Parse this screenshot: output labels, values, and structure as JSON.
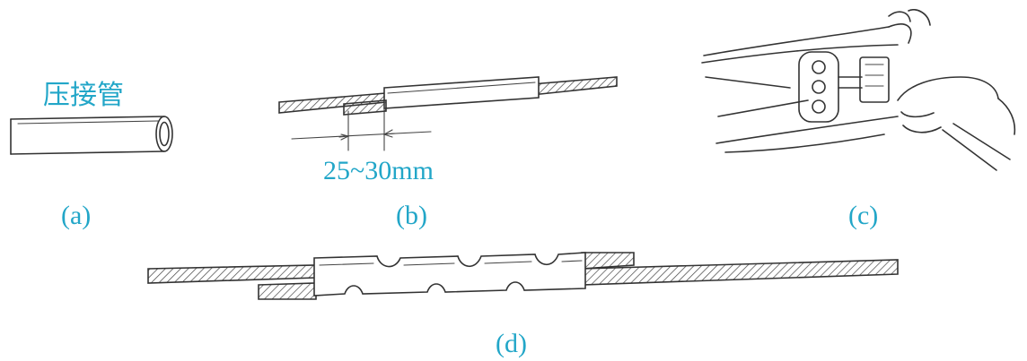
{
  "panels": {
    "a": {
      "label": "(a)",
      "part_label": "压接管"
    },
    "b": {
      "label": "(b)",
      "dimension": "25~30mm"
    },
    "c": {
      "label": "(c)"
    },
    "d": {
      "label": "(d)"
    }
  },
  "colors": {
    "label": "#22a6c8",
    "line": "#333333"
  }
}
